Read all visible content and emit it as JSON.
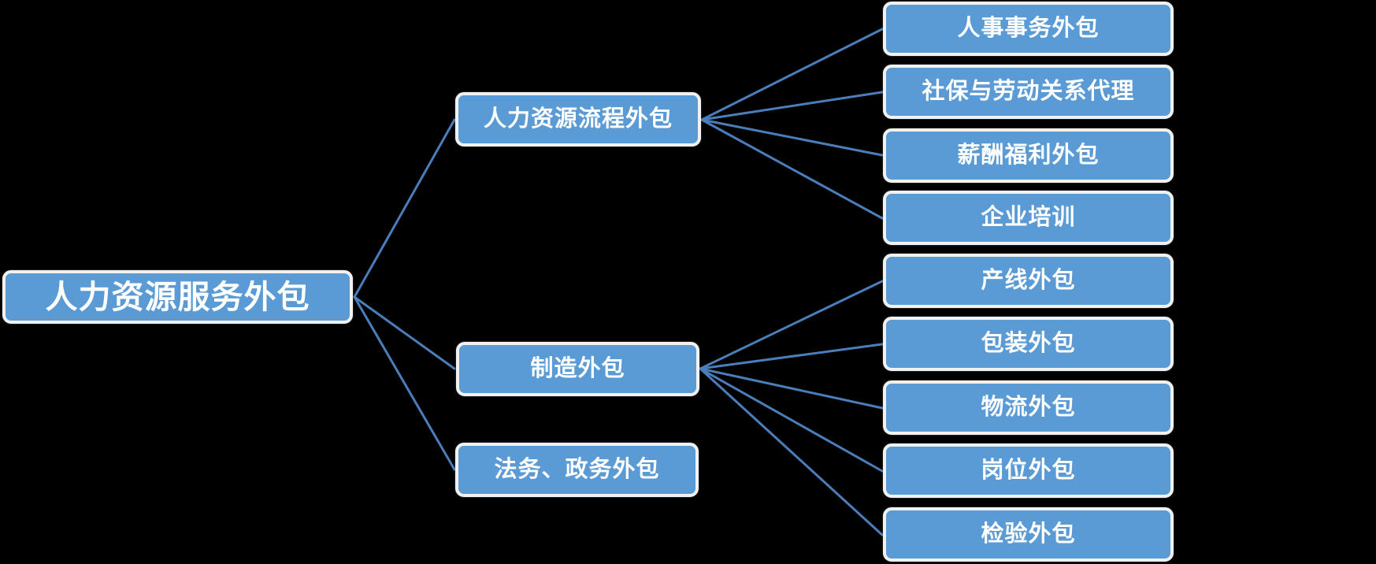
{
  "diagram": {
    "type": "hierarchy-tree",
    "orientation": "left-to-right",
    "colors": {
      "node_fill": "#5B9BD5",
      "node_border": "#F1F1F1",
      "node_text": "#FFFFFF",
      "connector": "#4A7EBB",
      "background": "#000000"
    },
    "root": {
      "label": "人力资源服务外包"
    },
    "branches": [
      {
        "label": "人力资源流程外包",
        "children": [
          "人事事务外包",
          "社保与劳动关系代理",
          "薪酬福利外包",
          "企业培训"
        ]
      },
      {
        "label": "制造外包",
        "children": [
          "产线外包",
          "包装外包",
          "物流外包",
          "岗位外包",
          "检验外包"
        ]
      },
      {
        "label": "法务、政务外包",
        "children": []
      }
    ]
  }
}
